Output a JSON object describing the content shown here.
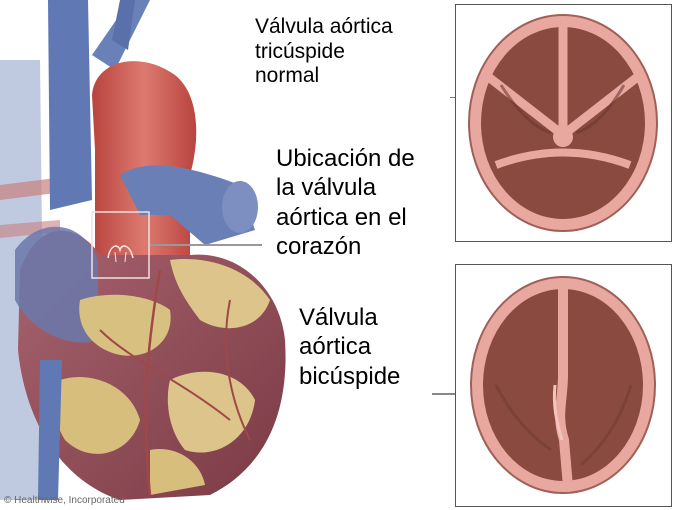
{
  "labels": {
    "tricuspid": [
      "Válvula aórtica",
      "tricúspide",
      "normal"
    ],
    "location": [
      "Ubicación de",
      "la válvula",
      "aórtica en el",
      "corazón"
    ],
    "bicuspid": [
      "Válvula",
      "aórtica",
      "bicúspide"
    ]
  },
  "credit": "© Healthwise, Incorporated",
  "colors": {
    "valve_ring": "#e8a8a0",
    "valve_leaflet": "#8a4a40",
    "aorta": "#c0504a",
    "vessel_blue": "#5a78b0",
    "heart_fat": "#d8c080"
  }
}
